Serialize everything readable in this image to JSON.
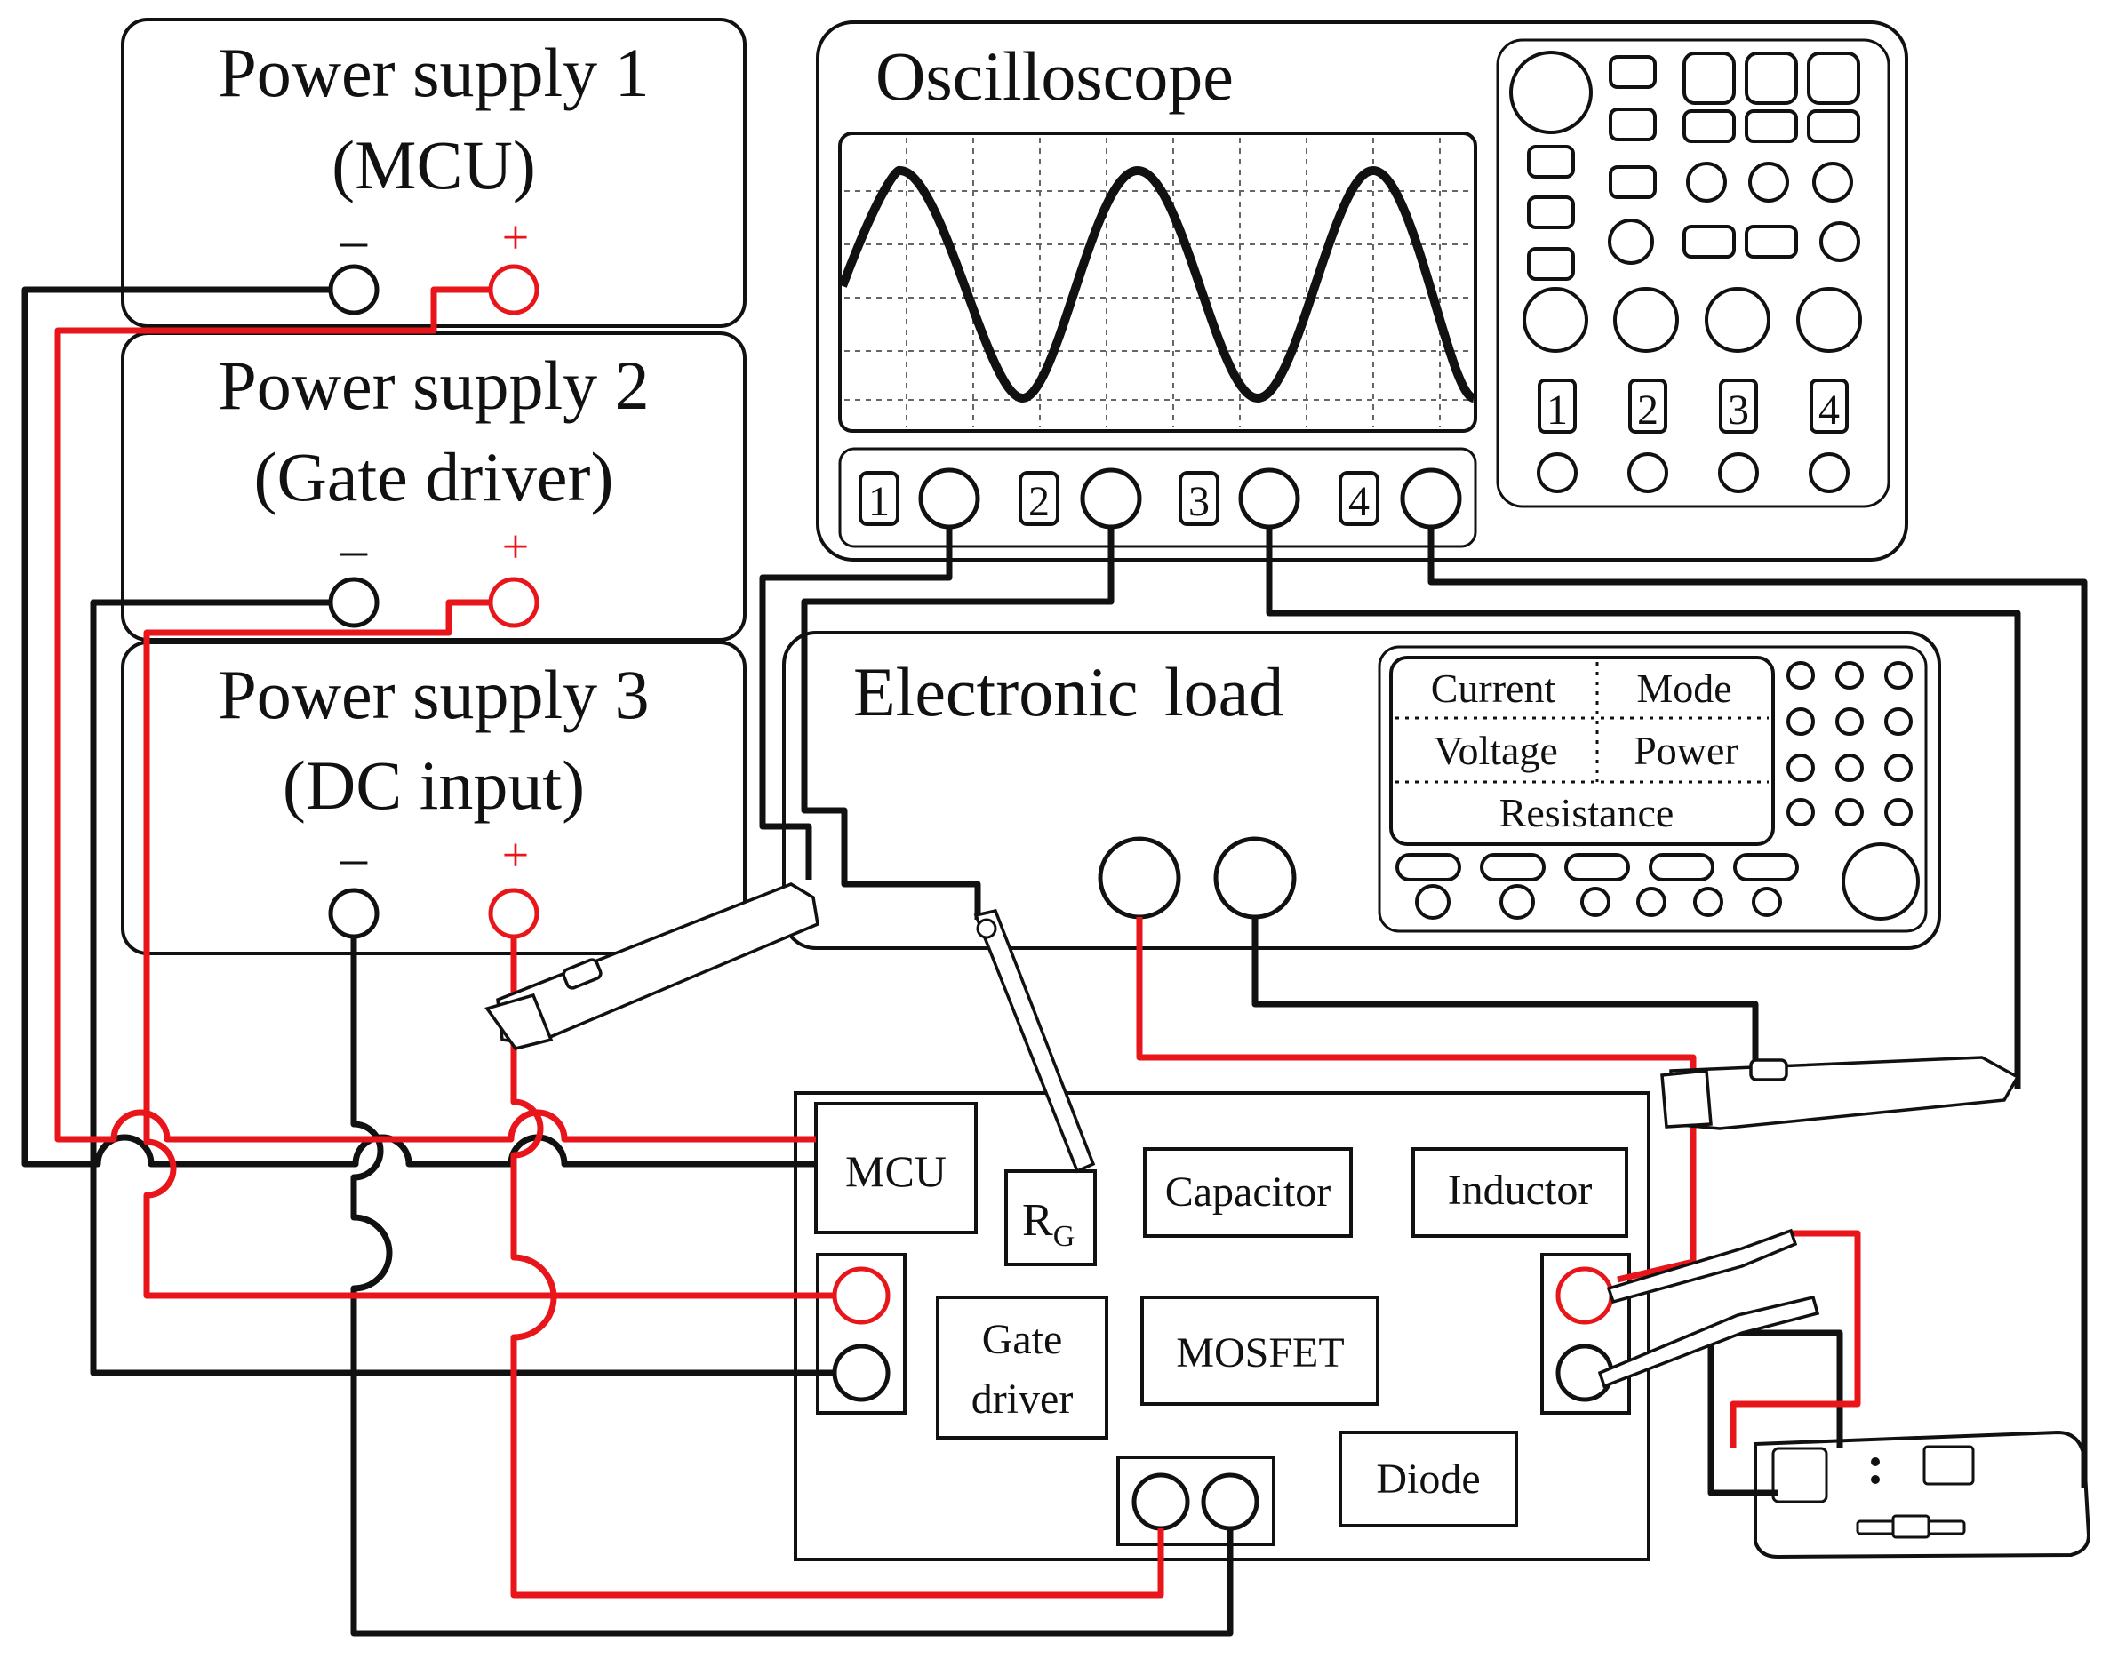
{
  "power_supplies": [
    {
      "title": "Power supply 1",
      "subtitle": "(MCU)",
      "minus": "–",
      "plus": "+"
    },
    {
      "title": "Power supply 2",
      "subtitle": "(Gate driver)",
      "minus": "–",
      "plus": "+"
    },
    {
      "title": "Power supply 3",
      "subtitle": "(DC input)",
      "minus": "–",
      "plus": "+"
    }
  ],
  "oscilloscope": {
    "title": "Oscilloscope",
    "channels": [
      "1",
      "2",
      "3",
      "4"
    ],
    "panel_channels": [
      "1",
      "2",
      "3",
      "4"
    ]
  },
  "electronic_load": {
    "title": "Electronic load",
    "menu": {
      "current": "Current",
      "mode": "Mode",
      "voltage": "Voltage",
      "power": "Power",
      "resistance": "Resistance"
    }
  },
  "board": {
    "mcu": "MCU",
    "rg_main": "R",
    "rg_sub": "G",
    "capacitor": "Capacitor",
    "inductor": "Inductor",
    "gate_driver_line1": "Gate",
    "gate_driver_line2": "driver",
    "mosfet": "MOSFET",
    "diode": "Diode"
  },
  "colors": {
    "positive_wire": "#e8161a",
    "negative_wire": "#111111"
  }
}
